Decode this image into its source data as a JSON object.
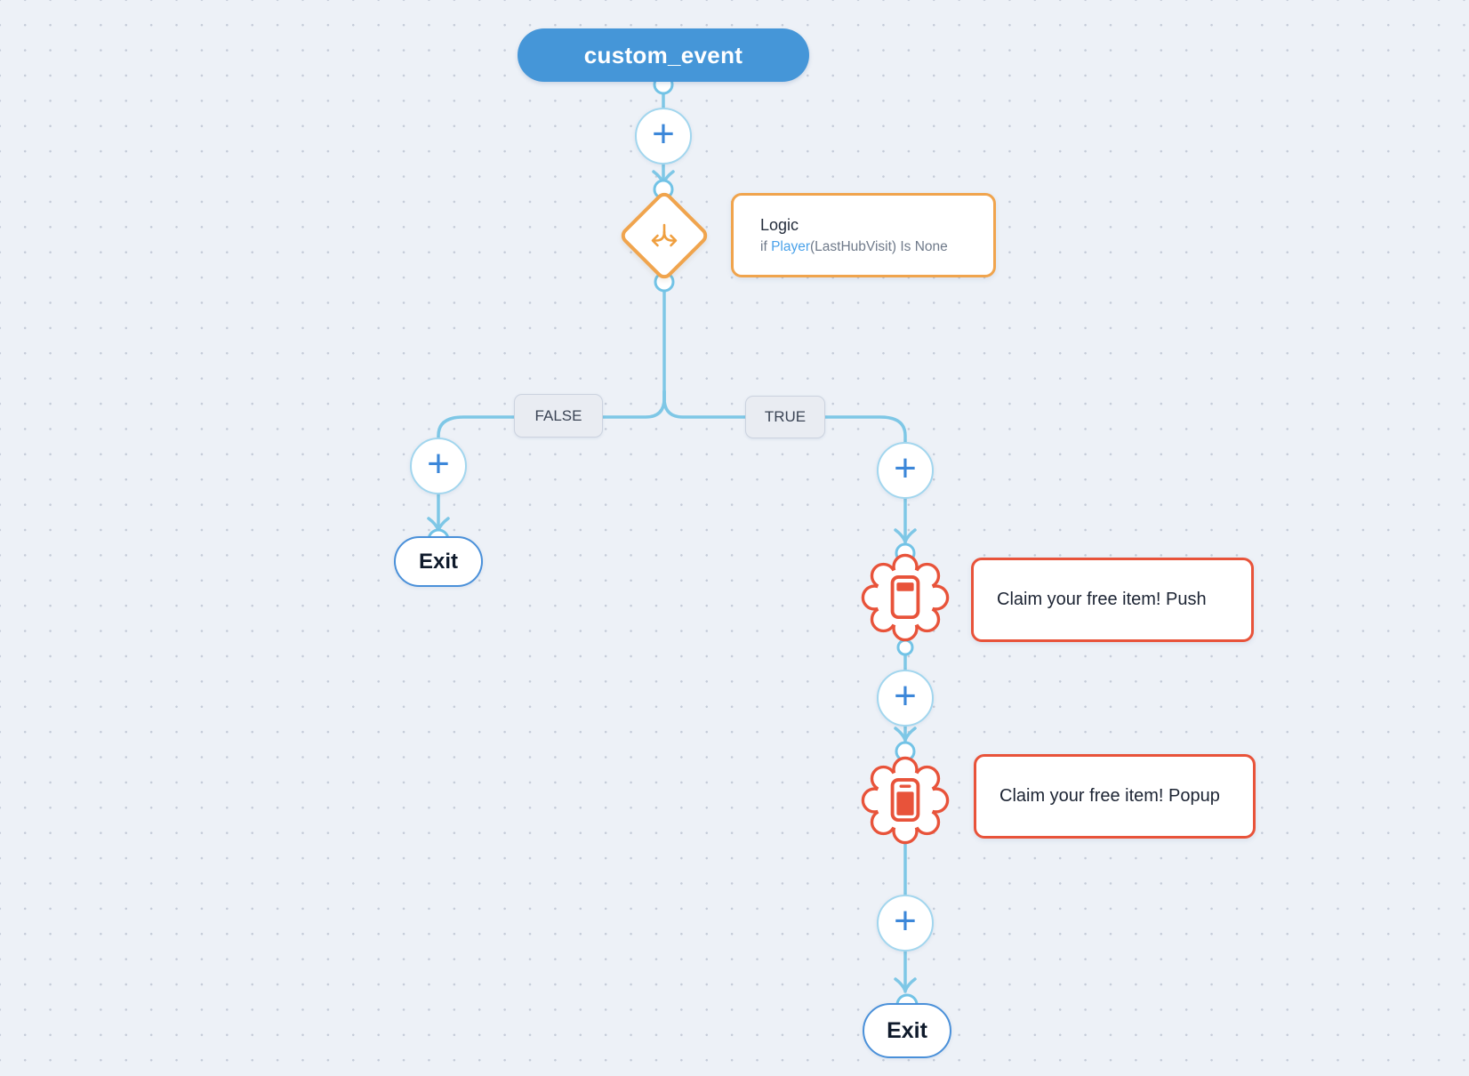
{
  "workflow": {
    "trigger": {
      "label": "custom_event"
    },
    "logic": {
      "title": "Logic",
      "condition": {
        "keyword": "if ",
        "variable": "Player",
        "rest": "(LastHubVisit) Is None"
      }
    },
    "branch_labels": {
      "false": "FALSE",
      "true": "TRUE"
    },
    "false_branch": {
      "exit": "Exit"
    },
    "true_branch": {
      "push_card": "Claim your free item! Push",
      "popup_card": "Claim your free item! Popup",
      "exit": "Exit"
    }
  },
  "icons": {
    "plus_glyph": "+",
    "split_icon": "split-branch-icon",
    "push_icon": "phone-push-icon",
    "popup_icon": "phone-popup-icon"
  },
  "colors": {
    "trigger_blue": "#4596d8",
    "edge_blue": "#7ec7e6",
    "plus_blue": "#3c87d9",
    "logic_orange": "#f0a44d",
    "message_red": "#e8533a",
    "chip_bg": "#e9ecf2",
    "canvas_bg": "#edf1f7"
  }
}
